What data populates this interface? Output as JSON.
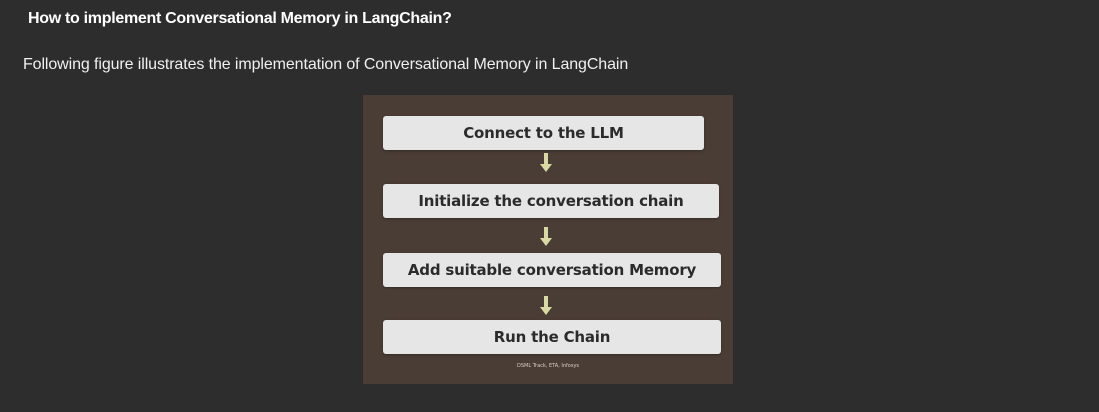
{
  "heading": "How to implement Conversational Memory in LangChain?",
  "intro": "Following figure illustrates the implementation of Conversational Memory in LangChain",
  "figure": {
    "steps": [
      "Connect to the LLM",
      "Initialize the conversation chain",
      "Add suitable conversation Memory",
      "Run the Chain"
    ],
    "credit": "DSML Track, ETA, Infosys",
    "colors": {
      "background": "#4a3d35",
      "step_box": "#e6e6e6",
      "arrow": "#d9d9a8"
    },
    "arrow_icon": "arrow-down-icon"
  }
}
